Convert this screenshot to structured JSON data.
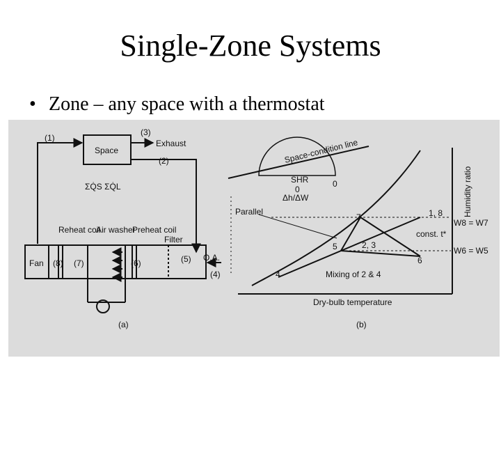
{
  "slide": {
    "title": "Single-Zone Systems",
    "bullet_symbol": "•",
    "bullet_text": "Zone – any space with a thermostat"
  },
  "schematic": {
    "duct_1": "(1)",
    "duct_2": "(2)",
    "duct_3": "(3)",
    "duct_4": "(4)",
    "duct_5": "(5)",
    "duct_6": "(6)",
    "duct_7": "(7)",
    "duct_8": "(8)",
    "exhaust": "Exhaust",
    "space": "Space",
    "loads": "ΣQ̇S  ΣQ̇L",
    "reheat_coil": "Reheat\ncoil",
    "air_washer": "Air\nwasher",
    "preheat_coil": "Preheat\ncoil",
    "filter": "Filter",
    "fan": "Fan",
    "outdoor_air": "O.A.",
    "caption": "(a)"
  },
  "psychrometric": {
    "space_condition_line": "Space-condition line",
    "shr": "SHR",
    "shr_zero": "0",
    "shr_zero_right": "0",
    "shr_ratio": "Δh/ΔW",
    "parallel": "Parallel",
    "humidity_ratio": "Humidity ratio",
    "point_1_8": "1, 8",
    "point_7": "7",
    "point_5": "5",
    "point_2_3": "2, 3",
    "point_6": "6",
    "point_4": "4",
    "const_t": "const. t*",
    "w8_w7": "W8 = W7",
    "w6_w5": "W6 = W5",
    "mixing": "Mixing of 2 & 4",
    "dry_bulb": "Dry-bulb temperature",
    "caption": "(b)"
  },
  "colors": {
    "figure_background": "#dcdcdc",
    "ink": "#111111"
  }
}
